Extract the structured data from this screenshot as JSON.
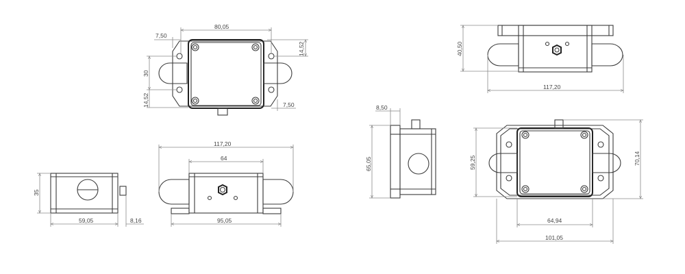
{
  "drawing": {
    "units": "mm",
    "views": [
      {
        "id": "top-view-left",
        "dimensions": {
          "overall_width_between_holes": "80,05",
          "flange_offset_left": "7,50",
          "flange_offset_right": "7,50",
          "hole_spacing_vertical": "30",
          "hole_edge_top": "14,52",
          "hole_edge_bottom": "14,52"
        }
      },
      {
        "id": "side-view-left",
        "dimensions": {
          "height": "35",
          "depth": "59,05",
          "connector_length": "8,16"
        }
      },
      {
        "id": "front-view",
        "dimensions": {
          "overall_width": "117,20",
          "body_width": "64",
          "base_width": "95,05"
        }
      },
      {
        "id": "rear-view-top-right",
        "dimensions": {
          "height": "40,50",
          "overall_width": "117,20"
        }
      },
      {
        "id": "side-view-right",
        "dimensions": {
          "flange_thickness": "8,50",
          "height": "65,05"
        }
      },
      {
        "id": "top-view-right",
        "dimensions": {
          "body_height": "59,25",
          "overall_height": "70,14",
          "body_width": "64,94",
          "overall_width": "101,05"
        }
      }
    ]
  },
  "labels": {
    "d80": "80,05",
    "d750a": "7,50",
    "d750b": "7,50",
    "d30": "30",
    "d1452a": "14,52",
    "d1452b": "14,52",
    "d35": "35",
    "d5905": "59,05",
    "d816": "8,16",
    "d11720a": "117,20",
    "d64": "64",
    "d9505": "95,05",
    "d4050": "40,50",
    "d11720b": "117,20",
    "d850": "8,50",
    "d6505": "65,05",
    "d5925": "59,25",
    "d7014": "70,14",
    "d6494": "64,94",
    "d10105": "101,05"
  }
}
